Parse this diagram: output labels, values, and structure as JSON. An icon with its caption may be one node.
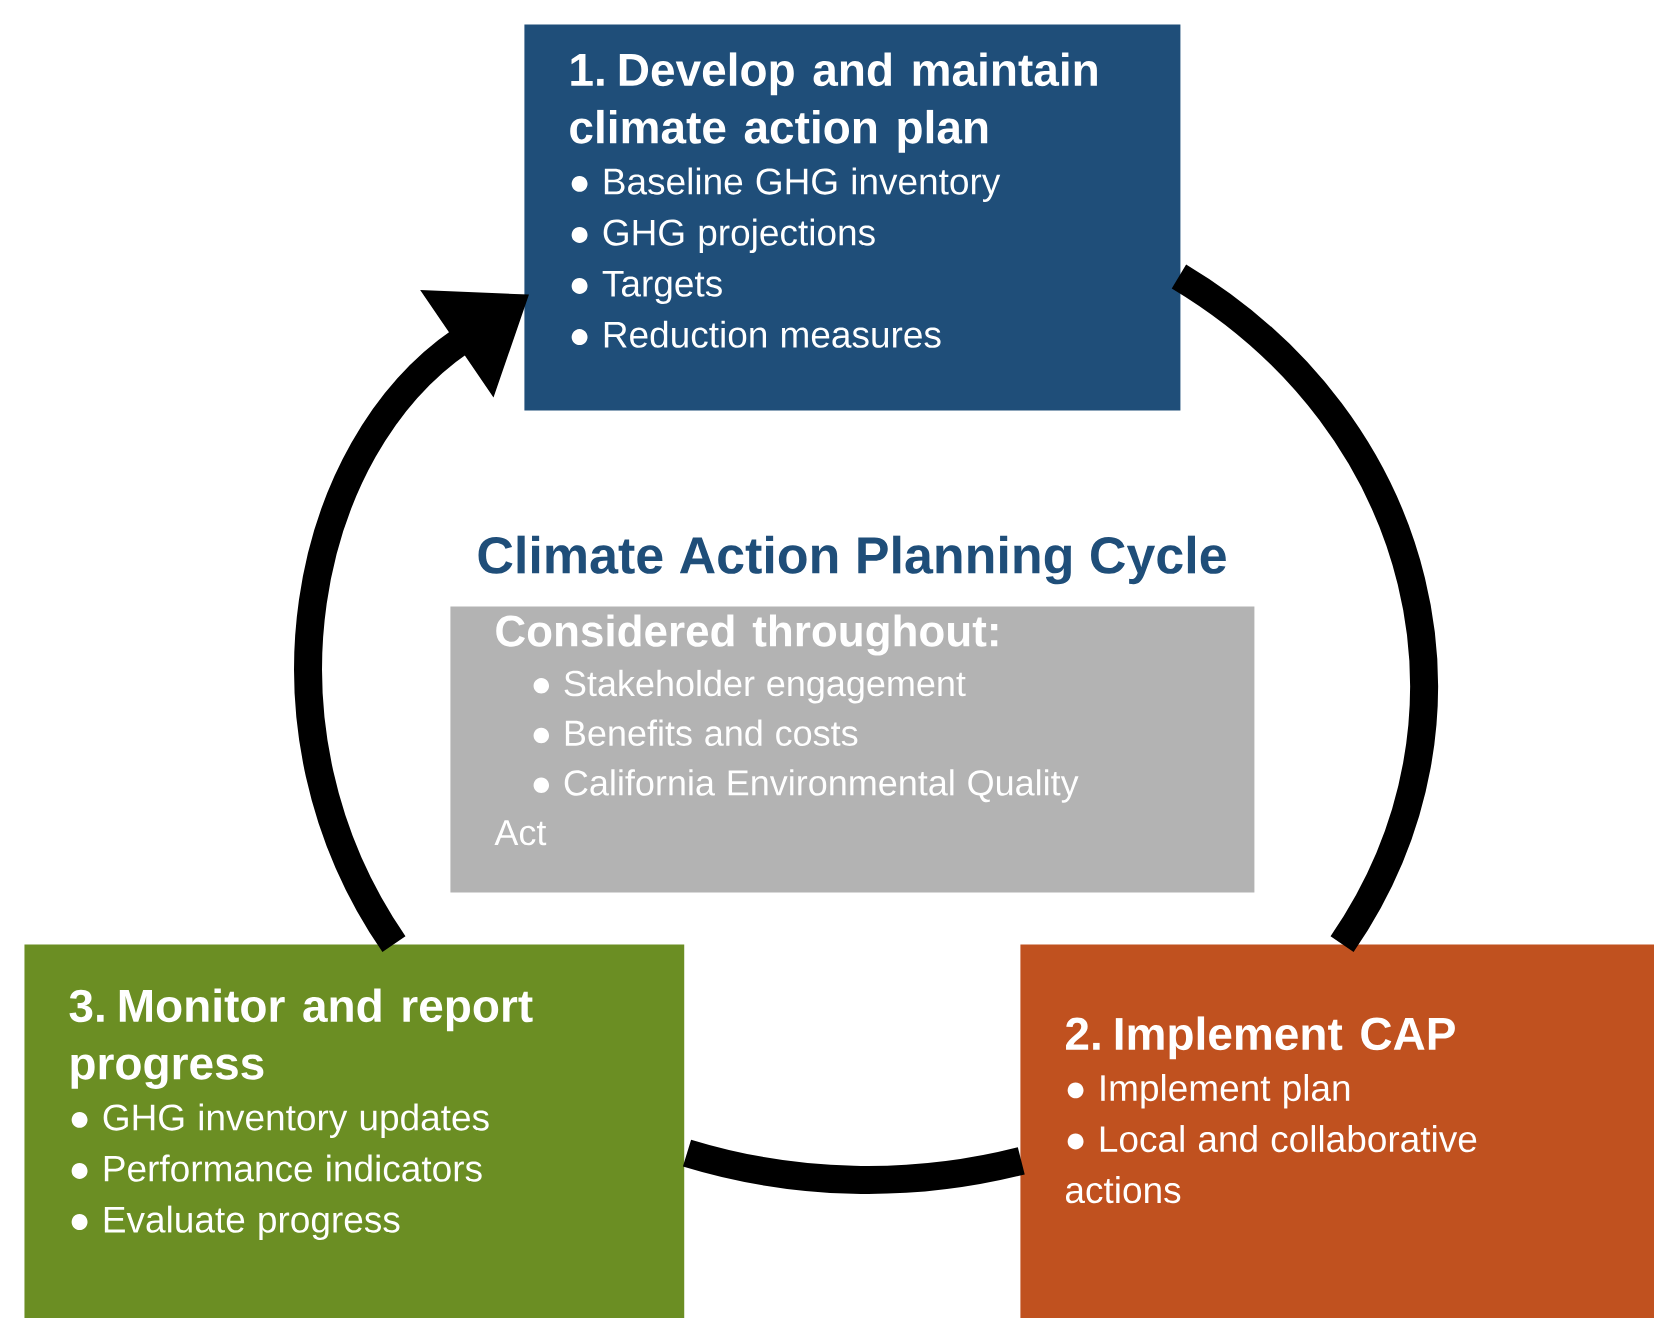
{
  "diagram": {
    "title": "Climate Action Planning Cycle",
    "nodes": [
      {
        "text": [
          "1. Develop and maintain climate action plan",
          "● Baseline GHG inventory",
          "● GHG projections",
          "● Targets",
          "● Reduction measures"
        ]
      },
      {
        "text": [
          "Considered throughout:",
          "● Stakeholder engagement",
          "● Benefits and costs",
          "● California Environmental Quality Act"
        ]
      },
      {
        "text": [
          "2. Implement CAP",
          "● Implement plan",
          "● Local and collaborative actions"
        ]
      },
      {
        "text": [
          "3. Monitor and report progress",
          "● GHG inventory updates",
          "● Performance indicators",
          "● Evaluate progress"
        ]
      }
    ],
    "edges": [
      {
        "from": 0,
        "to": 2,
        "arrow": "none"
      },
      {
        "from": 2,
        "to": 3,
        "arrow": "none"
      },
      {
        "from": 3,
        "to": 0,
        "arrow": "to"
      }
    ]
  }
}
